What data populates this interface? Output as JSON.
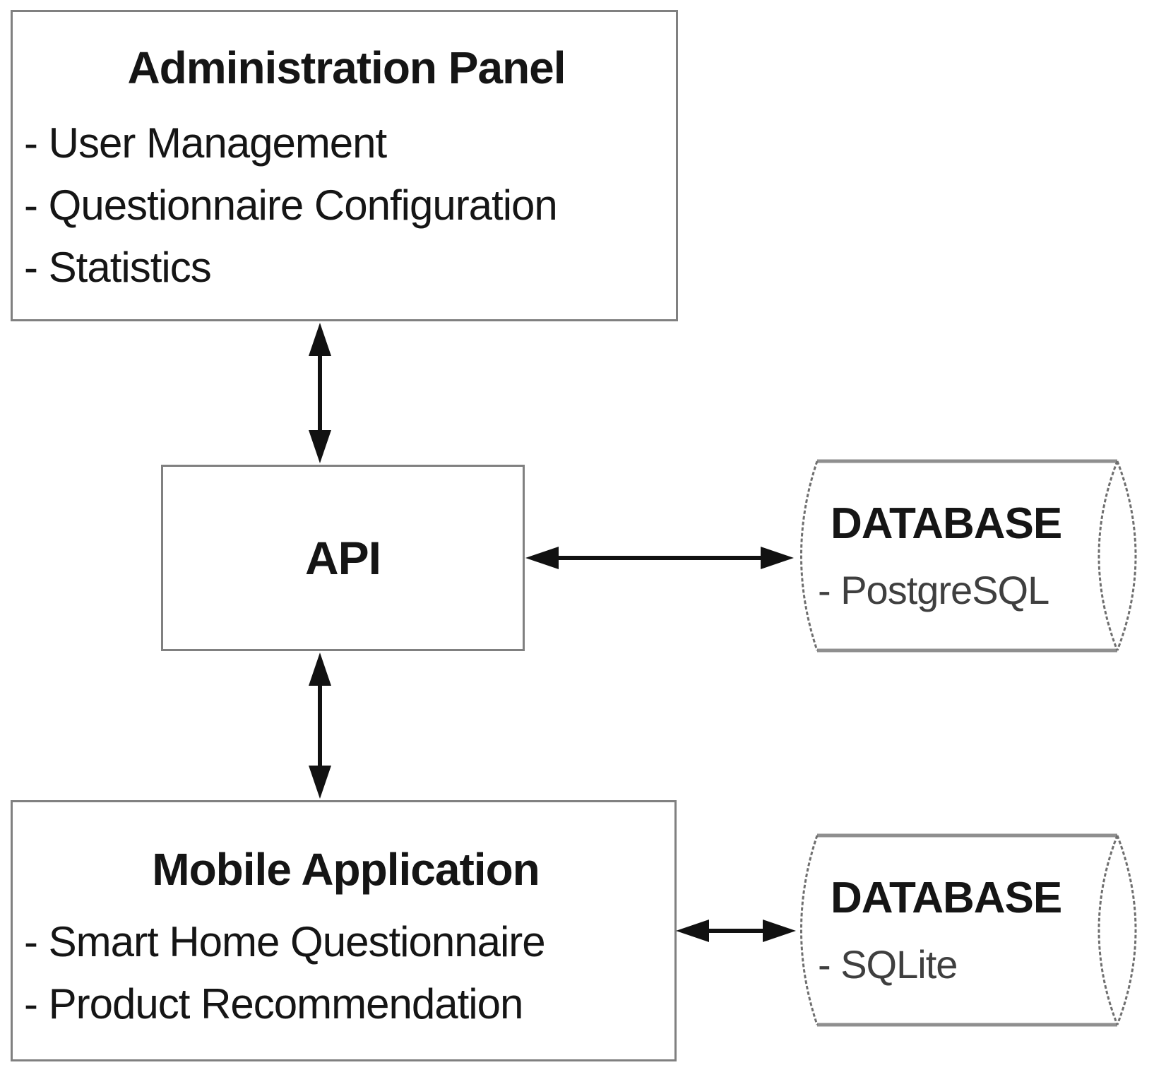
{
  "boxes": {
    "admin_panel": {
      "title": "Administration Panel",
      "items": [
        "- User Management",
        "- Questionnaire Configuration",
        "- Statistics"
      ]
    },
    "api": {
      "title": "API"
    },
    "mobile_app": {
      "title": "Mobile Application",
      "items": [
        "- Smart Home Questionnaire",
        "- Product Recommendation"
      ]
    }
  },
  "databases": {
    "postgres": {
      "title": "DATABASE",
      "subtitle": "- PostgreSQL"
    },
    "sqlite": {
      "title": "DATABASE",
      "subtitle": "- SQLite"
    }
  },
  "connections": [
    {
      "from": "Administration Panel",
      "to": "API",
      "type": "bidirectional-vertical"
    },
    {
      "from": "API",
      "to": "DATABASE PostgreSQL",
      "type": "bidirectional-horizontal"
    },
    {
      "from": "API",
      "to": "Mobile Application",
      "type": "bidirectional-vertical"
    },
    {
      "from": "Mobile Application",
      "to": "DATABASE SQLite",
      "type": "bidirectional-horizontal"
    }
  ],
  "colors": {
    "background": "#ffffff",
    "box_border": "#808080",
    "cylinder_line": "#8f8f8f",
    "cylinder_arc": "#6f6f6f",
    "arrow": "#111111",
    "text": "#151515",
    "db_subtitle": "#3f3f3f"
  }
}
